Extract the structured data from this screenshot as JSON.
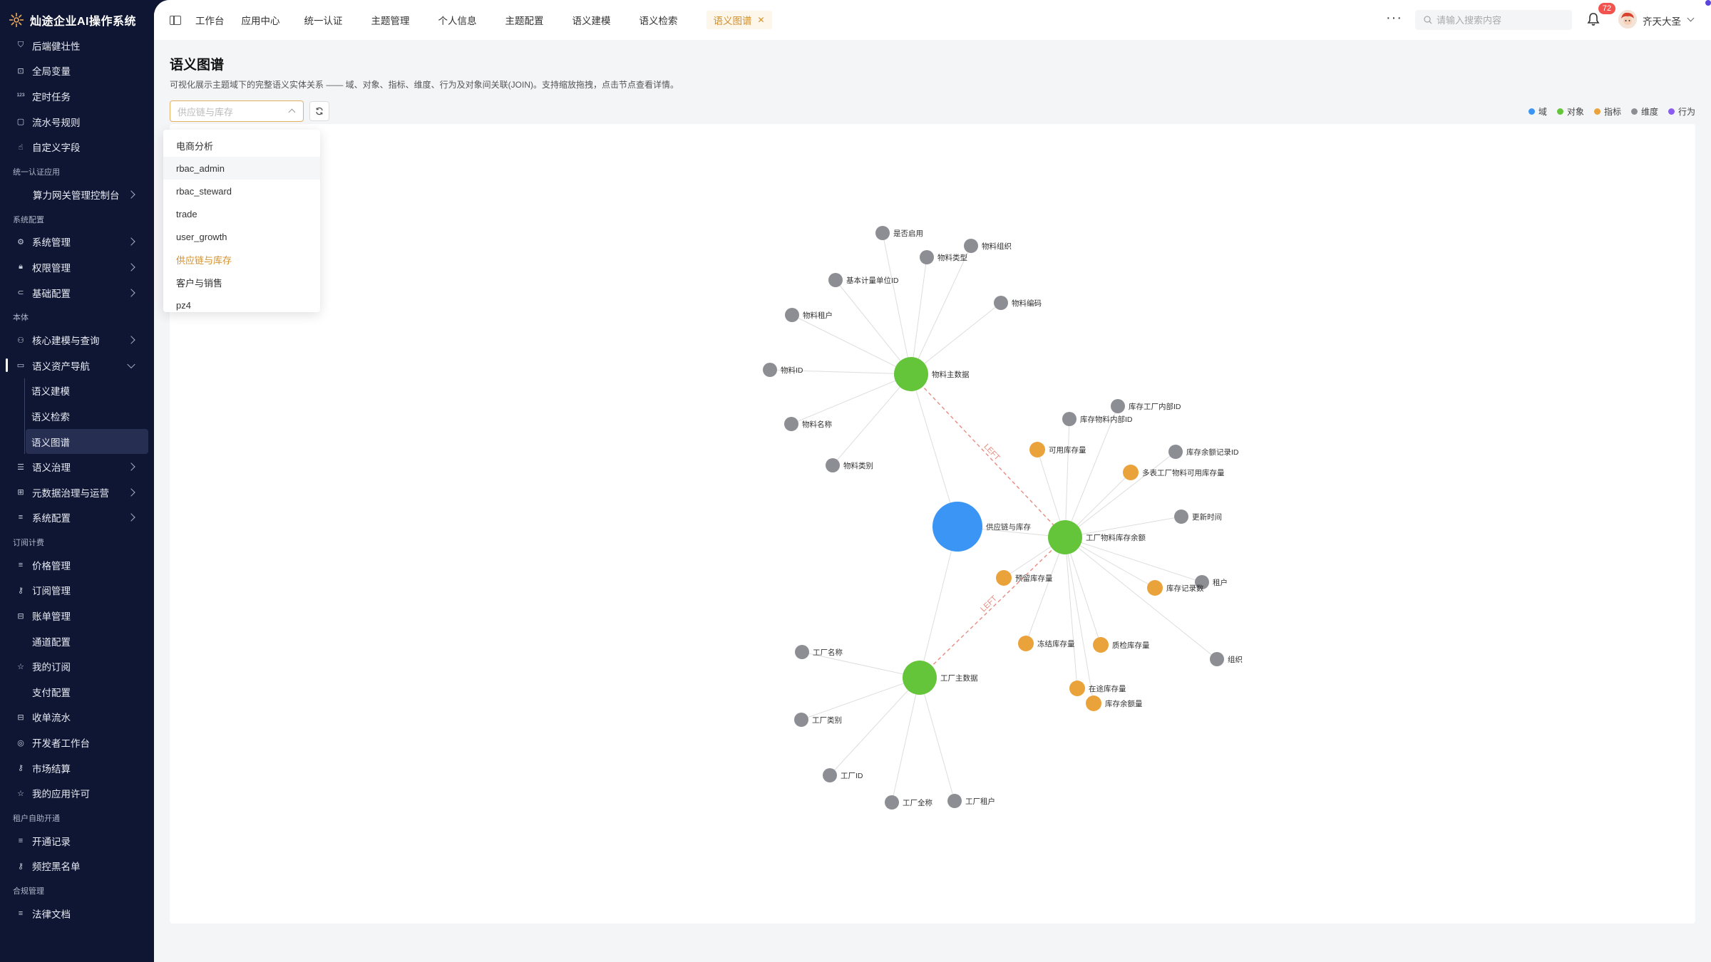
{
  "app": {
    "title": "灿途企业AI操作系统"
  },
  "sidebar": {
    "sections": [
      {
        "group": "",
        "items": [
          {
            "label": "后端健壮性",
            "icon": "shield-icon"
          },
          {
            "label": "全局变量",
            "icon": "variable-icon"
          },
          {
            "label": "定时任务",
            "icon": "number-icon"
          },
          {
            "label": "流水号规则",
            "icon": "square-icon"
          },
          {
            "label": "自定义字段",
            "icon": "hand-icon"
          }
        ]
      },
      {
        "group": "统一认证应用",
        "items": [
          {
            "label": "算力网关管理控制台",
            "icon": "",
            "chevron": true,
            "sub": true
          }
        ]
      },
      {
        "group": "系统配置",
        "items": [
          {
            "label": "系统管理",
            "icon": "gear-icon",
            "chevron": true
          },
          {
            "label": "权限管理",
            "icon": "lock-icon",
            "chevron": true
          },
          {
            "label": "基础配置",
            "icon": "link-icon",
            "chevron": true
          }
        ]
      },
      {
        "group": "本体",
        "items": [
          {
            "label": "核心建模与查询",
            "icon": "nodes-icon",
            "chevron": true
          },
          {
            "label": "语义资产导航",
            "icon": "folder-icon",
            "chevron": true,
            "expanded": true
          }
        ]
      }
    ],
    "semantic_children": [
      "语义建模",
      "语义检索",
      "语义图谱"
    ],
    "semantic_selected": 2,
    "sections2": [
      {
        "group": "",
        "items": [
          {
            "label": "语义治理",
            "icon": "database-icon",
            "chevron": true
          },
          {
            "label": "元数据治理与运营",
            "icon": "plus-square-icon",
            "chevron": true
          },
          {
            "label": "系统配置",
            "icon": "list-icon",
            "chevron": true
          }
        ]
      },
      {
        "group": "订阅计费",
        "items": [
          {
            "label": "价格管理",
            "icon": "list-icon"
          },
          {
            "label": "订阅管理",
            "icon": "key-icon"
          },
          {
            "label": "账单管理",
            "icon": "grid-icon"
          },
          {
            "label": "通道配置",
            "icon": ""
          },
          {
            "label": "我的订阅",
            "icon": "star-icon"
          },
          {
            "label": "支付配置",
            "icon": ""
          },
          {
            "label": "收单流水",
            "icon": "grid-icon"
          },
          {
            "label": "开发者工作台",
            "icon": "target-icon"
          },
          {
            "label": "市场结算",
            "icon": "key-icon"
          },
          {
            "label": "我的应用许可",
            "icon": "star-icon"
          }
        ]
      },
      {
        "group": "租户自助开通",
        "items": [
          {
            "label": "开通记录",
            "icon": "list-icon"
          },
          {
            "label": "频控黑名单",
            "icon": "key-icon"
          }
        ]
      },
      {
        "group": "合规管理",
        "items": [
          {
            "label": "法律文档",
            "icon": "list-icon"
          }
        ]
      }
    ]
  },
  "topbar": {
    "tabs": [
      "工作台",
      "应用中心",
      "统一认证",
      "主题管理",
      "个人信息",
      "主题配置",
      "语义建模",
      "语义检索"
    ],
    "active_tab": "语义图谱",
    "search_placeholder": "请输入搜索内容",
    "notification_count": "72",
    "username": "齐天大圣"
  },
  "page": {
    "title": "语义图谱",
    "description": "可视化展示主题域下的完整语义实体关系 —— 域、对象、指标、维度、行为及对象间关联(JOIN)。支持缩放拖拽，点击节点查看详情。",
    "select_placeholder": "供应链与库存"
  },
  "dropdown": {
    "options": [
      "电商分析",
      "rbac_admin",
      "rbac_steward",
      "trade",
      "user_growth",
      "供应链与库存",
      "客户与销售",
      "pz4"
    ],
    "selected": "供应链与库存",
    "hovered": "rbac_admin"
  },
  "legend": [
    {
      "label": "域",
      "color": "#3b95f5"
    },
    {
      "label": "对象",
      "color": "#64c43a"
    },
    {
      "label": "指标",
      "color": "#eaa23a"
    },
    {
      "label": "维度",
      "color": "#8c8e94"
    },
    {
      "label": "行为",
      "color": "#8a5cf0"
    }
  ],
  "graph": {
    "colors": {
      "domain": "#3b95f5",
      "object": "#64c43a",
      "metric": "#eaa23a",
      "dimension": "#8c8e94",
      "edge": "#dddddd",
      "join": "#e88b7f"
    },
    "nodes": [
      {
        "id": "d",
        "label": "供应链与库存",
        "type": "domain"
      },
      {
        "id": "o1",
        "label": "物料主数据",
        "type": "object"
      },
      {
        "id": "o2",
        "label": "工厂物料库存余额",
        "type": "object"
      },
      {
        "id": "o3",
        "label": "工厂主数据",
        "type": "object"
      },
      {
        "id": "a1",
        "label": "是否启用",
        "type": "dimension"
      },
      {
        "id": "a2",
        "label": "物料类型",
        "type": "dimension"
      },
      {
        "id": "a3",
        "label": "物料组织",
        "type": "dimension"
      },
      {
        "id": "a4",
        "label": "基本计量单位ID",
        "type": "dimension"
      },
      {
        "id": "a5",
        "label": "物料编码",
        "type": "dimension"
      },
      {
        "id": "a6",
        "label": "物料租户",
        "type": "dimension"
      },
      {
        "id": "a7",
        "label": "物料ID",
        "type": "dimension"
      },
      {
        "id": "a8",
        "label": "物料名称",
        "type": "dimension"
      },
      {
        "id": "a9",
        "label": "物料类别",
        "type": "dimension"
      },
      {
        "id": "b1",
        "label": "库存工厂内部ID",
        "type": "dimension"
      },
      {
        "id": "b2",
        "label": "库存物料内部ID",
        "type": "dimension"
      },
      {
        "id": "b3",
        "label": "可用库存量",
        "type": "metric"
      },
      {
        "id": "b4",
        "label": "库存余额记录ID",
        "type": "dimension"
      },
      {
        "id": "b5",
        "label": "多表工厂物料可用库存量",
        "type": "metric"
      },
      {
        "id": "b6",
        "label": "更新时间",
        "type": "dimension"
      },
      {
        "id": "b7",
        "label": "预留库存量",
        "type": "metric"
      },
      {
        "id": "b8",
        "label": "租户",
        "type": "dimension"
      },
      {
        "id": "b9",
        "label": "库存记录数",
        "type": "metric"
      },
      {
        "id": "b10",
        "label": "冻结库存量",
        "type": "metric"
      },
      {
        "id": "b11",
        "label": "质检库存量",
        "type": "metric"
      },
      {
        "id": "b12",
        "label": "组织",
        "type": "dimension"
      },
      {
        "id": "b13",
        "label": "在途库存量",
        "type": "metric"
      },
      {
        "id": "b14",
        "label": "库存余额量",
        "type": "metric"
      },
      {
        "id": "c1",
        "label": "工厂名称",
        "type": "dimension"
      },
      {
        "id": "c2",
        "label": "工厂类别",
        "type": "dimension"
      },
      {
        "id": "c3",
        "label": "工厂ID",
        "type": "dimension"
      },
      {
        "id": "c4",
        "label": "工厂全称",
        "type": "dimension"
      },
      {
        "id": "c5",
        "label": "工厂租户",
        "type": "dimension"
      }
    ],
    "joins": [
      {
        "from": "o1",
        "to": "o2",
        "label": "LEFT"
      },
      {
        "from": "o3",
        "to": "o2",
        "label": "LEFT"
      }
    ]
  }
}
